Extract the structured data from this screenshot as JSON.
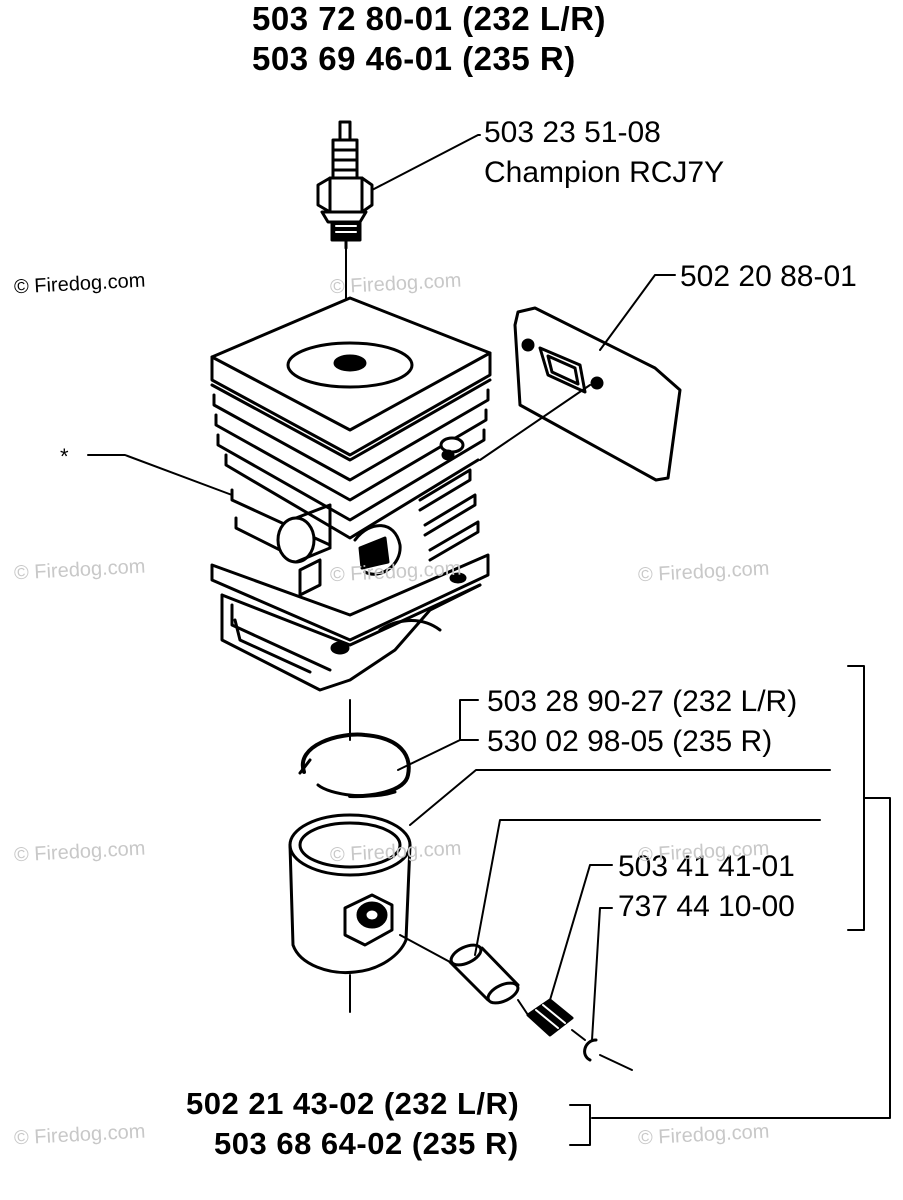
{
  "title_lines": [
    "503 72 80-01 (232 L/R)",
    "503 69 46-01 (235 R)"
  ],
  "callouts": {
    "spark_plug_part": "503 23 51-08",
    "spark_plug_name": "Champion RCJ7Y",
    "gasket": "502 20 88-01",
    "asterisk": "*",
    "ring_a": "503 28 90-27 (232 L/R)",
    "ring_b": "530 02 98-05 (235 R)",
    "bearing_a": "503 41 41-01",
    "bearing_b": "737 44 10-00",
    "piston_a": "502 21 43-02 (232 L/R)",
    "piston_b": "503 68 64-02 (235 R)"
  },
  "watermark": "© Firedog.com",
  "colors": {
    "ink": "#000000",
    "paper": "#ffffff",
    "watermark": "#c8c8c8"
  }
}
